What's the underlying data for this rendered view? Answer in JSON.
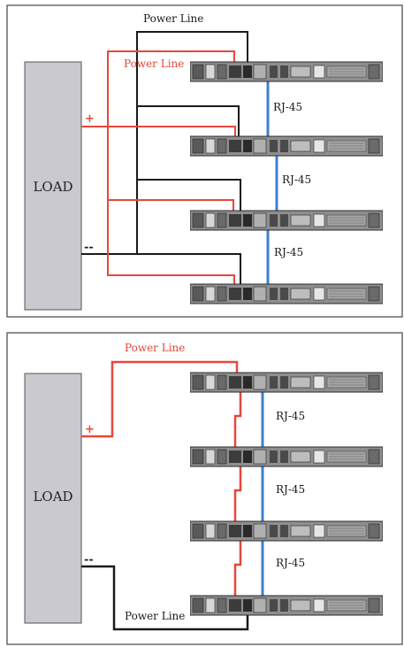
{
  "colors": {
    "positive_wire": "#e8473a",
    "negative_wire": "#1a1a1a",
    "rj45_cable": "#3f7fd0",
    "load_fill": "#c9c9cf",
    "frame": "#444444",
    "unit_body": "#9c9c9c"
  },
  "top_diagram": {
    "load_label": "LOAD",
    "positive_sign": "+",
    "negative_sign": "--",
    "power_line_black_label": "Power Line",
    "power_line_red_label": "Power Line",
    "rj45_labels": [
      "RJ-45",
      "RJ-45",
      "RJ-45"
    ]
  },
  "bottom_diagram": {
    "load_label": "LOAD",
    "positive_sign": "+",
    "negative_sign": "--",
    "power_line_red_label": "Power Line",
    "power_line_black_label": "Power Line",
    "rj45_labels": [
      "RJ-45",
      "RJ-45",
      "RJ-45"
    ]
  }
}
